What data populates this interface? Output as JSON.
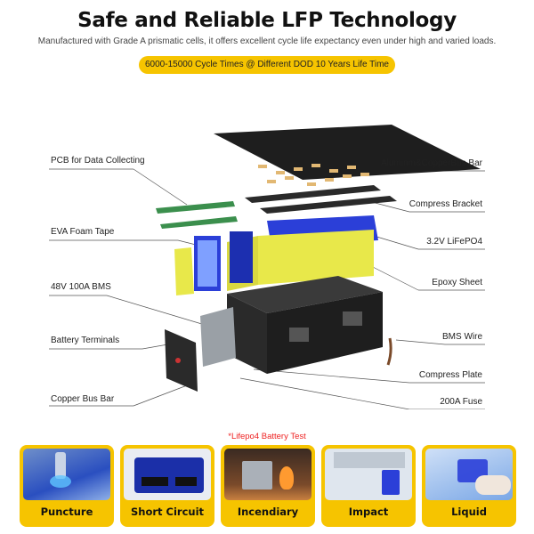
{
  "header": {
    "title": "Safe and Reliable LFP Technology",
    "subtitle": "Manufactured with Grade A prismatic cells, it offers excellent cycle life expectancy even under high and varied loads.",
    "banner": "6000-15000 Cycle Times @ Different DOD 10 Years Life Time"
  },
  "diagram": {
    "labels_left": {
      "pcb": "PCB for Data Collecting",
      "eva": "EVA Foam Tape",
      "bms": "48V 100A BMS",
      "terminals": "Battery Terminals",
      "copper_bus": "Copper Bus Bar"
    },
    "labels_right": {
      "bus_bar": "Aluminm&CopperBus Bar",
      "bracket": "Compress Bracket",
      "cells": "3.2V  LiFePO4",
      "epoxy": "Epoxy Sheet",
      "bms_wire": "BMS Wire",
      "plate": "Compress Plate",
      "fuse": "200A Fuse"
    }
  },
  "tests": {
    "title": "*Lifepo4 Battery Test",
    "items": [
      {
        "label": "Puncture"
      },
      {
        "label": "Short Circuit"
      },
      {
        "label": "Incendiary"
      },
      {
        "label": "Impact"
      },
      {
        "label": "Liquid"
      }
    ]
  },
  "colors": {
    "accent": "#f6c400",
    "test_title": "#e22222",
    "epoxy": "#e8e84a",
    "cell_blue": "#2b3fd8"
  }
}
